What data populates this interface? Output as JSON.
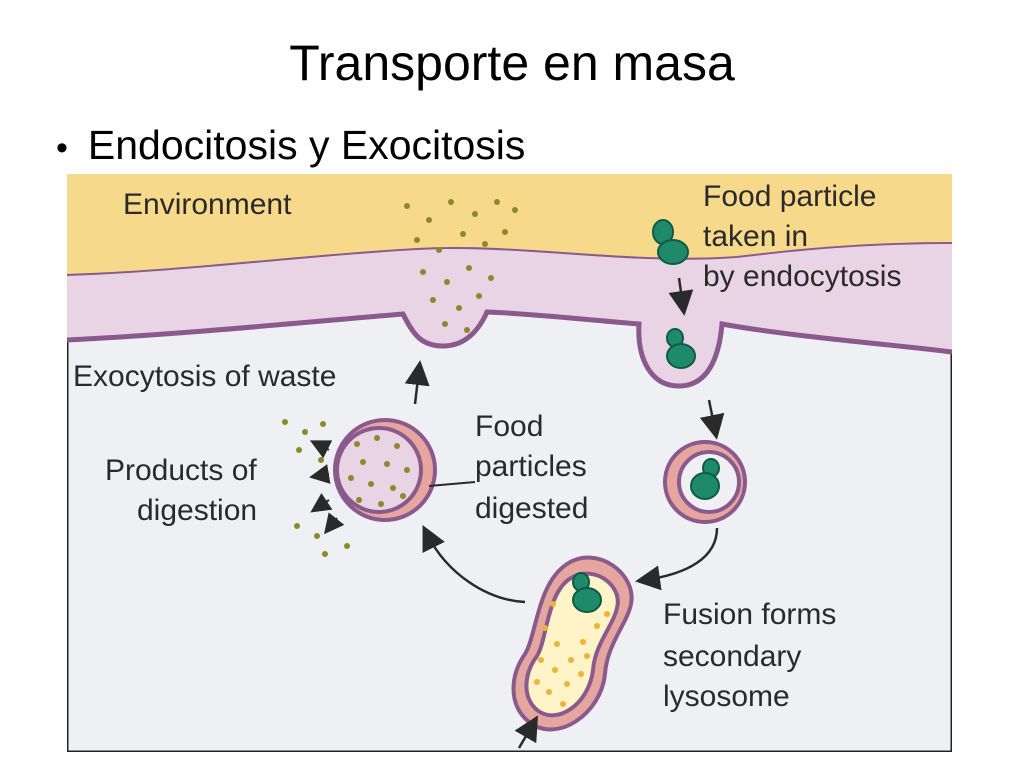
{
  "slide": {
    "title": "Transporte en masa",
    "bullet": "Endocitosis y Exocitosis"
  },
  "diagram": {
    "labels": {
      "environment": "Environment",
      "food_particle_1": "Food particle",
      "food_particle_2": "taken in",
      "food_particle_3": "by endocytosis",
      "exocytosis": "Exocytosis of waste",
      "products_1": "Products of",
      "products_2": "digestion",
      "digested_1": "Food",
      "digested_2": "particles",
      "digested_3": "digested",
      "fusion_1": "Fusion forms",
      "fusion_2": "secondary",
      "fusion_3": "lysosome"
    },
    "colors": {
      "environment": "#f7d98b",
      "membrane_fill": "#e8d4e4",
      "membrane_edge": "#8a5a8c",
      "cytoplasm": "#eef0f4",
      "food_particle": "#1e8a6a",
      "vesicle_pink": "#e6a6a0",
      "lysosome_granule": "#f2b23a",
      "waste_dot": "#8a8a2a"
    }
  }
}
